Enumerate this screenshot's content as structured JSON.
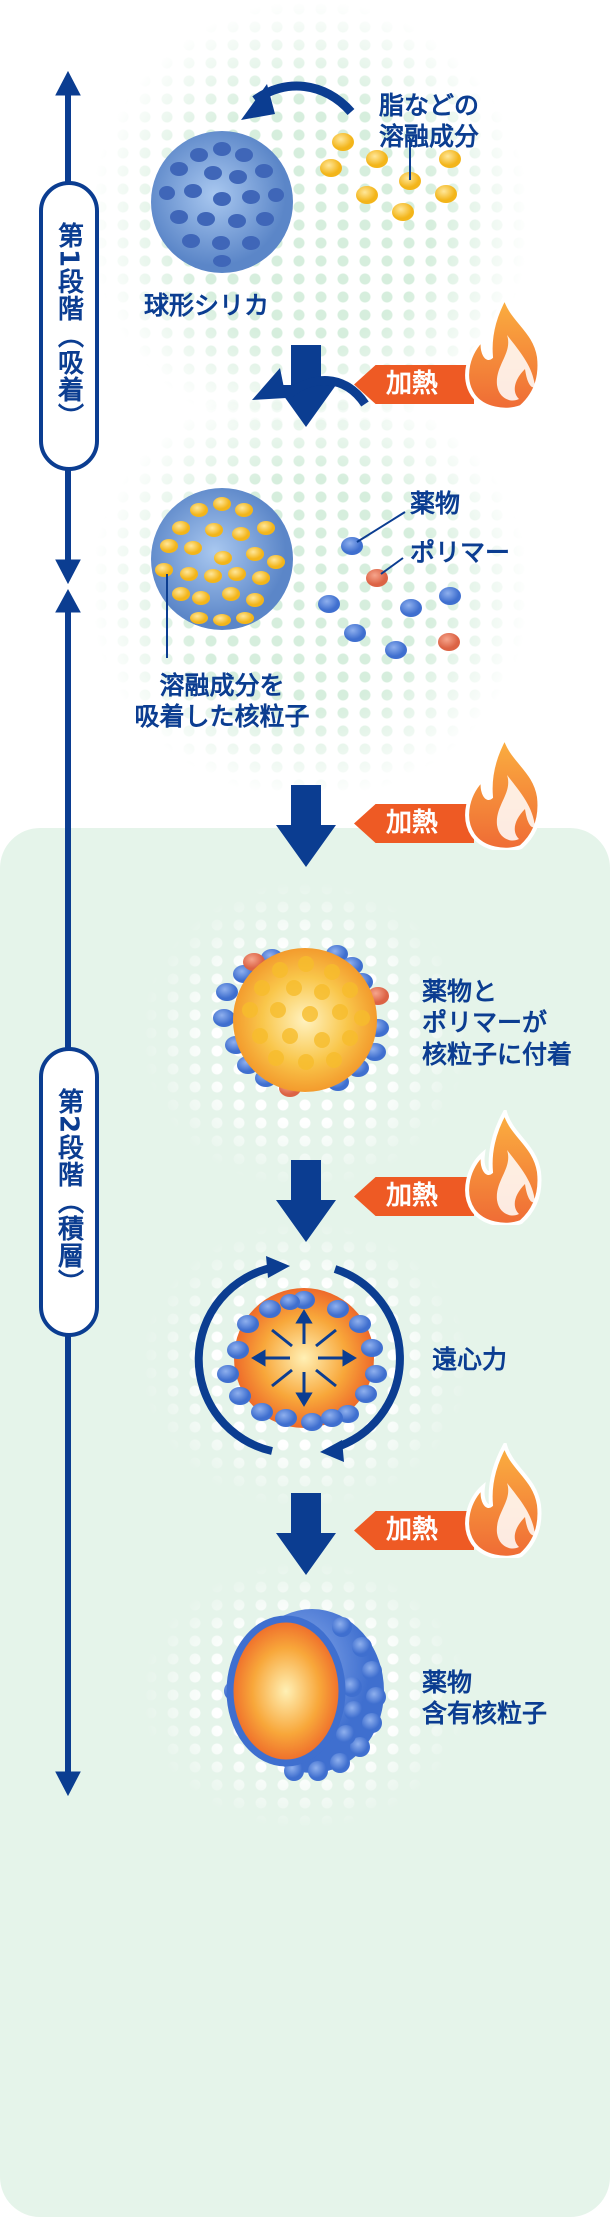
{
  "stages": [
    {
      "label": "第1段階（吸着）"
    },
    {
      "label": "第2段階（積層）"
    }
  ],
  "labels": {
    "melt": "脂などの\n溶融成分",
    "melt_l1": "脂などの",
    "melt_l2": "溶融成分",
    "silica": "球形シリカ",
    "drug": "薬物",
    "polymer": "ポリマー",
    "core_l1": "溶融成分を",
    "core_l2": "吸着した核粒子",
    "attach_l1": "薬物と",
    "attach_l2": "ポリマーが",
    "attach_l3": "核粒子に付着",
    "centrifugal": "遠心力",
    "final_l1": "薬物",
    "final_l2": "含有核粒子"
  },
  "heat_label": "加熱",
  "colors": {
    "navy": "#0b3d91",
    "heat": "#ee5a24",
    "panel": "#e5f4ea"
  }
}
